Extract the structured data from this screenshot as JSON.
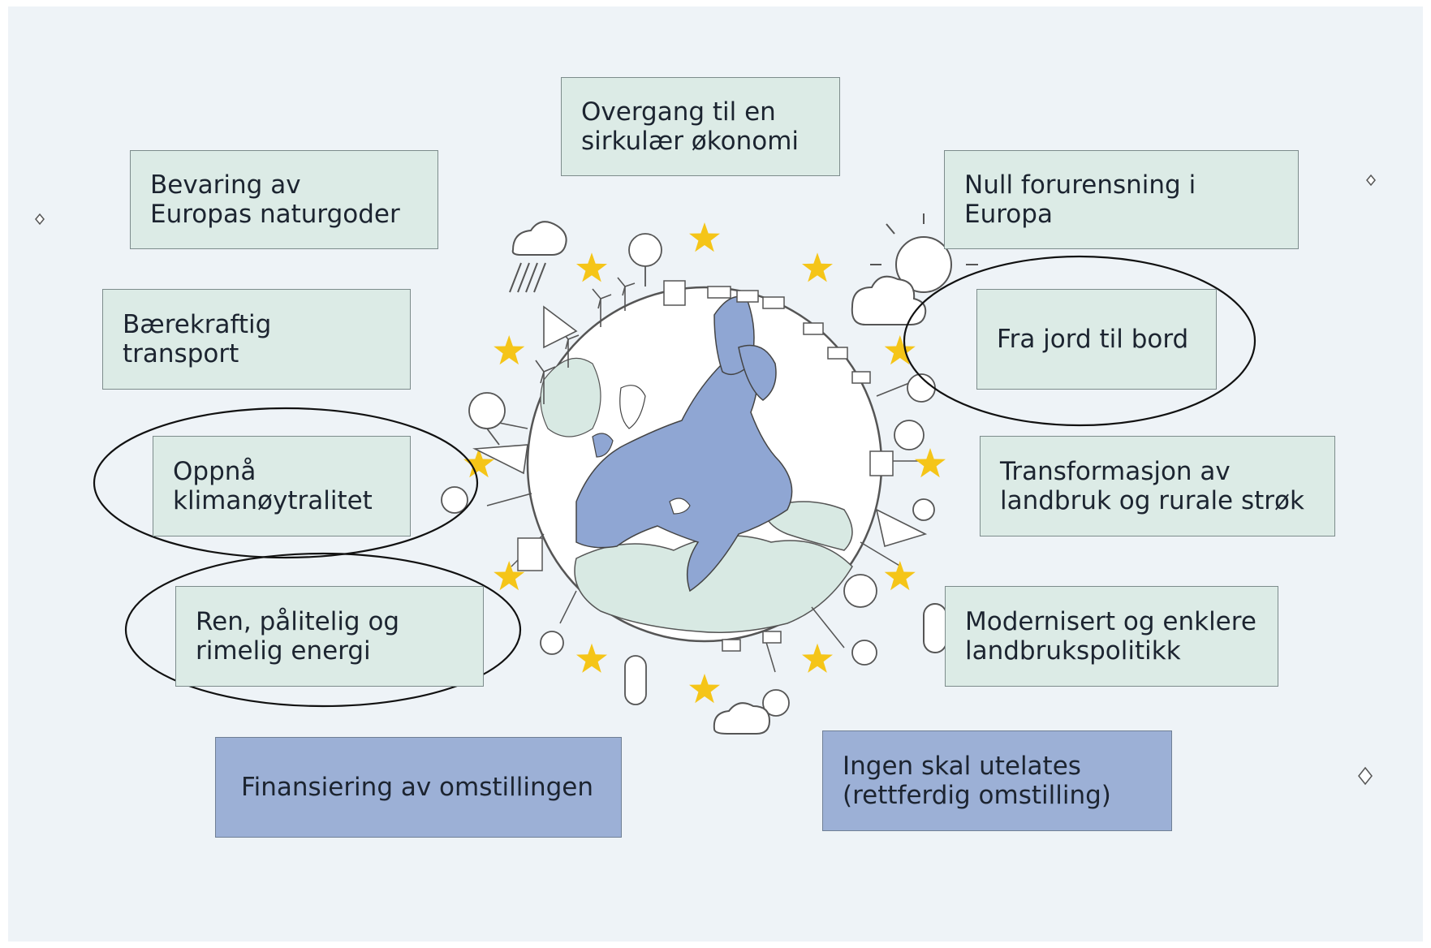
{
  "boxes": [
    {
      "id": "sirkular-okonomi",
      "text": "Overgang til en\nsirkulær økonomi",
      "kind": "green",
      "circled": false
    },
    {
      "id": "naturgoder",
      "text": "Bevaring av\nEuropas naturgoder",
      "kind": "green",
      "circled": false
    },
    {
      "id": "null-forurensning",
      "text": "Null forurensning i Europa",
      "kind": "green",
      "circled": false
    },
    {
      "id": "baerekraftig-transport",
      "text": "Bærekraftig transport",
      "kind": "green",
      "circled": false
    },
    {
      "id": "fra-jord-til-bord",
      "text": "Fra jord til bord",
      "kind": "green",
      "circled": true
    },
    {
      "id": "klimanoytralitet",
      "text": "Oppnå\nklimanøytralitet",
      "kind": "green",
      "circled": true
    },
    {
      "id": "transformasjon-landbruk",
      "text": "Transformasjon av\nlandbruk og rurale strøk",
      "kind": "green",
      "circled": false
    },
    {
      "id": "ren-energi",
      "text": "Ren, pålitelig og\nrimelig energi",
      "kind": "green",
      "circled": true
    },
    {
      "id": "landbrukspolitikk",
      "text": "Modernisert og enklere\nlandbrukspolitikk",
      "kind": "green",
      "circled": false
    },
    {
      "id": "finansiering",
      "text": "Finansiering av omstillingen",
      "kind": "blue",
      "circled": false
    },
    {
      "id": "rettferdig-omstilling",
      "text": "Ingen skal utelates\n(rettferdig omstilling)",
      "kind": "blue",
      "circled": false
    }
  ],
  "colors": {
    "background": "#eef3f7",
    "green_box": "#dcebe6",
    "blue_box": "#9cb0d6",
    "eu_countries": "#8fa6d3",
    "other_land": "#ffffff",
    "sea": "#d8e9e3",
    "star": "#f5c518",
    "line": "#555555"
  },
  "icons": [
    "globe-icon",
    "eu-star-icon",
    "tree-icon",
    "wind-turbine-icon",
    "solar-panel-icon",
    "sun-icon",
    "cloud-icon",
    "rain-cloud-icon",
    "sparkle-icon"
  ]
}
